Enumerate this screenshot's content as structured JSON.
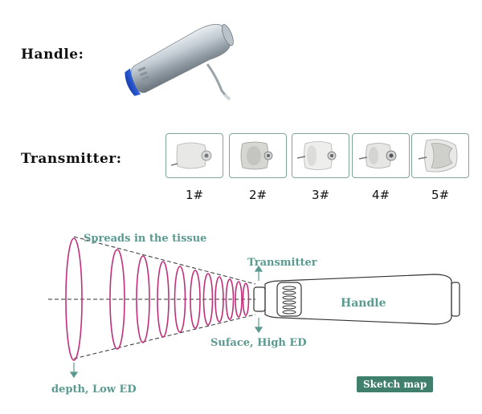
{
  "handle_section": {
    "label": "Handle:"
  },
  "transmitter_section": {
    "label": "Transmitter:",
    "items": [
      {
        "id": "1#"
      },
      {
        "id": "2#"
      },
      {
        "id": "3#"
      },
      {
        "id": "4#"
      },
      {
        "id": "5#"
      }
    ]
  },
  "sketch": {
    "spreads_label": "Spreads in the tissue",
    "transmitter_label": "Transmitter",
    "handle_label": "Handle",
    "surface_label": "Suface, High ED",
    "depth_label": "depth, Low ED",
    "badge_label": "Sketch map",
    "colors": {
      "text": "#5a9a90",
      "waves": "#c0307a",
      "badge": "#3f7f6c"
    }
  }
}
